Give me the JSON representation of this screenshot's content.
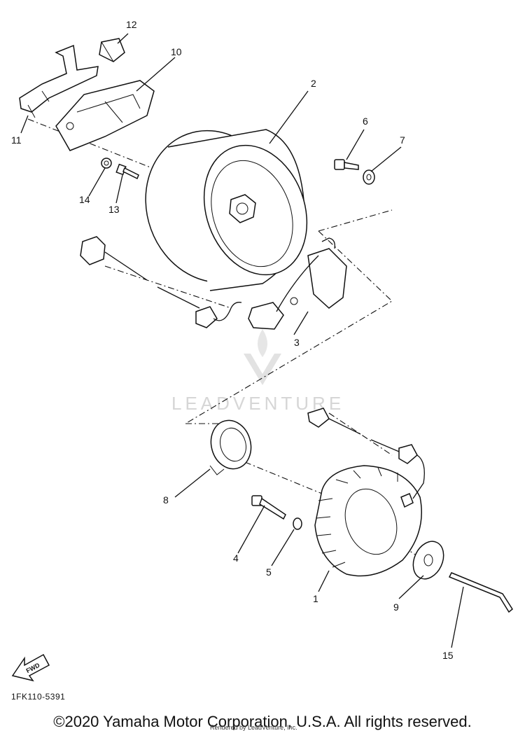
{
  "diagram": {
    "callouts": [
      "1",
      "2",
      "3",
      "4",
      "5",
      "6",
      "7",
      "8",
      "9",
      "10",
      "11",
      "12",
      "13",
      "14",
      "15"
    ],
    "part_code": "1FK110-5391",
    "watermark": "LEADVENTURE",
    "forward_label": "FWD",
    "copyright": "©2020 Yamaha Motor Corporation, U.S.A. All rights reserved.",
    "rendered_note": "Rendered by LeadVenture, Inc."
  }
}
